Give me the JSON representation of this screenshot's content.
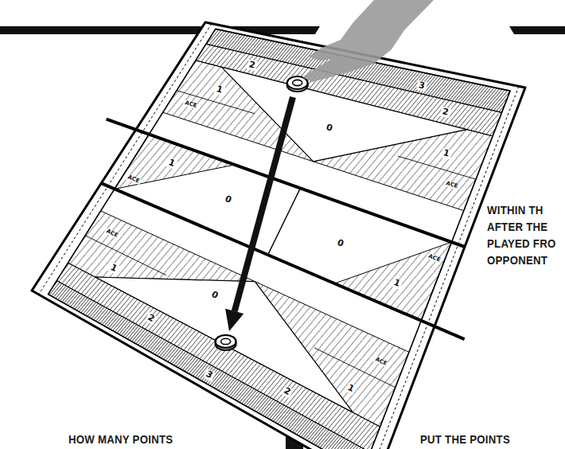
{
  "diagram": {
    "labels": [
      "3",
      "2",
      "2",
      "1",
      "0",
      "1",
      "ACE",
      "ACE",
      "1",
      "0",
      "ACE",
      "0",
      "1",
      "ACE",
      "ACE",
      "1",
      "0",
      "1",
      "ACE",
      "2",
      "2",
      "3",
      "WITHIN TH",
      "AFTER THE",
      "PLAYED FRO",
      "OPPONENT",
      "HOW MANY POINTS",
      "PUT THE POINTS"
    ]
  }
}
